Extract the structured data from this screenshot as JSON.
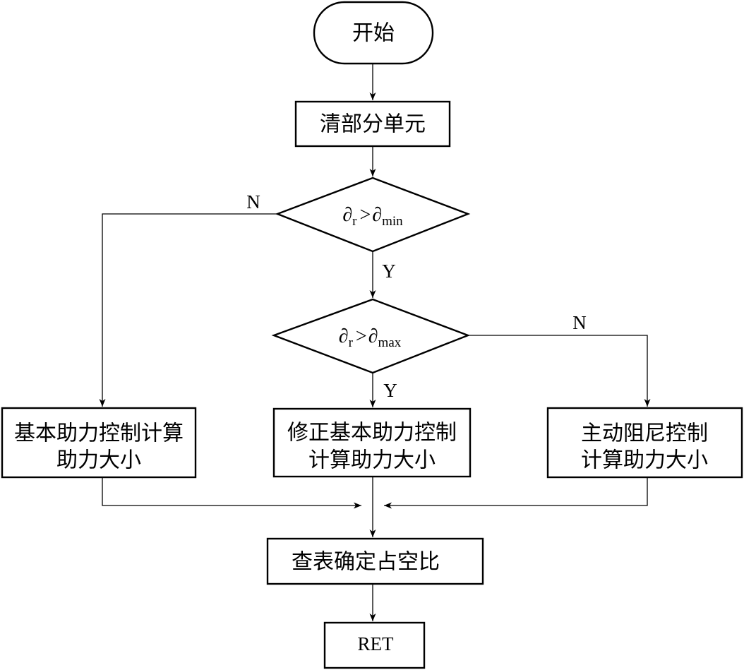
{
  "nodes": {
    "start": "开始",
    "clear": "清部分单元",
    "decision1": {
      "sym": "∂",
      "sub": "r",
      "op": ">",
      "sym2": "∂",
      "sub2": "min"
    },
    "decision2": {
      "sym": "∂",
      "sub": "r",
      "op": ">",
      "sym2": "∂",
      "sub2": "max"
    },
    "basic_assist": {
      "line1": "基本助力控制计算",
      "line2": "助力大小"
    },
    "corrected_assist": {
      "line1": "修正基本助力控制",
      "line2": "计算助力大小"
    },
    "active_damping": {
      "line1": "主动阻尼控制",
      "line2": "计算助力大小"
    },
    "lookup": "查表确定占空比",
    "ret": "RET"
  },
  "edges": {
    "d1_no": "N",
    "d1_yes": "Y",
    "d2_no": "N",
    "d2_yes": "Y"
  }
}
